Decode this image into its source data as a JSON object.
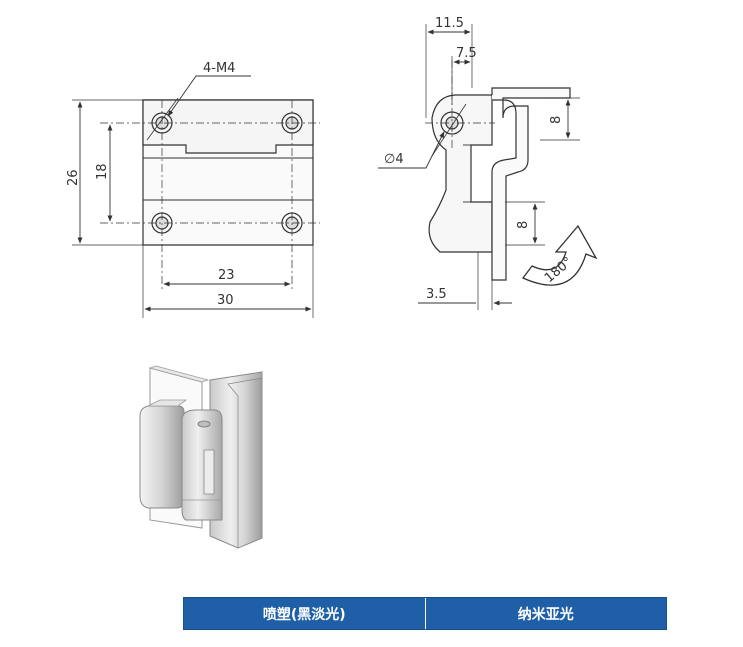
{
  "front_view": {
    "thread_callout": "4-M4",
    "height_outer": "26",
    "height_inner": "18",
    "width_inner": "23",
    "width_outer": "30"
  },
  "side_view": {
    "top_outer": "11.5",
    "top_inner": "7.5",
    "hole_dia": "∅4",
    "offset_upper": "8",
    "offset_lower": "8",
    "base_offset": "3.5",
    "rotation": "180°"
  },
  "finishes": [
    {
      "label": "喷塑(黑淡光)"
    },
    {
      "label": "纳米亚光"
    }
  ]
}
